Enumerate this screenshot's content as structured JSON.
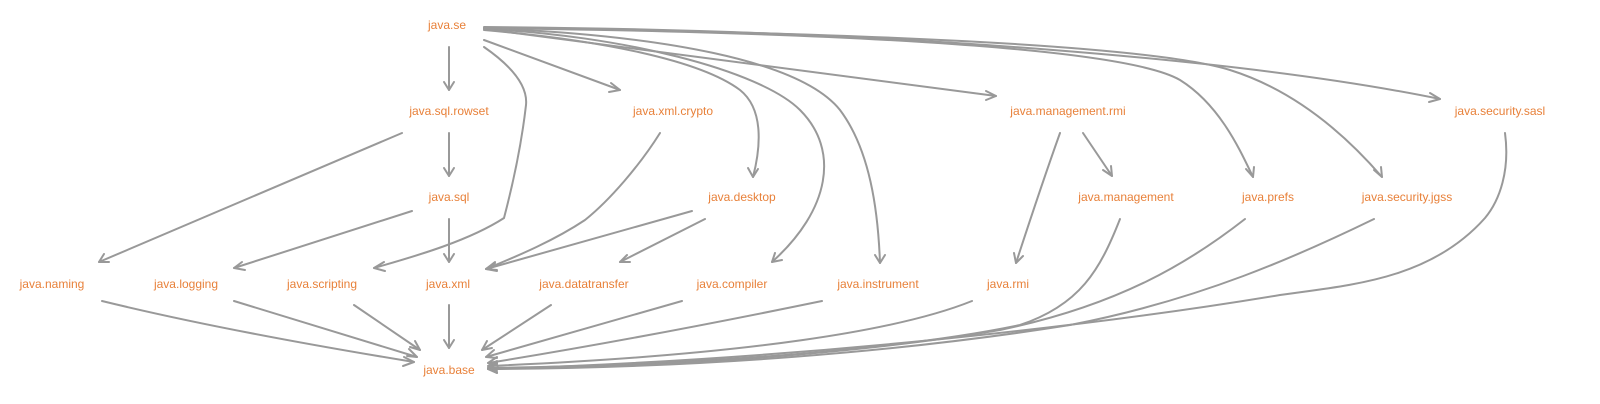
{
  "colors": {
    "node_text": "#e8813a",
    "edge": "#999999",
    "background": "#ffffff"
  },
  "nodes": {
    "java_se": "java.se",
    "java_sql_rowset": "java.sql.rowset",
    "java_xml_crypto": "java.xml.crypto",
    "java_management_rmi": "java.management.rmi",
    "java_security_sasl": "java.security.sasl",
    "java_sql": "java.sql",
    "java_desktop": "java.desktop",
    "java_management": "java.management",
    "java_prefs": "java.prefs",
    "java_security_jgss": "java.security.jgss",
    "java_naming": "java.naming",
    "java_logging": "java.logging",
    "java_scripting": "java.scripting",
    "java_xml": "java.xml",
    "java_datatransfer": "java.datatransfer",
    "java_compiler": "java.compiler",
    "java_instrument": "java.instrument",
    "java_rmi": "java.rmi",
    "java_base": "java.base"
  },
  "edges": [
    {
      "from": "java.se",
      "to": "java.sql.rowset"
    },
    {
      "from": "java.se",
      "to": "java.xml.crypto"
    },
    {
      "from": "java.se",
      "to": "java.desktop"
    },
    {
      "from": "java.se",
      "to": "java.compiler"
    },
    {
      "from": "java.se",
      "to": "java.instrument"
    },
    {
      "from": "java.se",
      "to": "java.management.rmi"
    },
    {
      "from": "java.se",
      "to": "java.prefs"
    },
    {
      "from": "java.se",
      "to": "java.security.jgss"
    },
    {
      "from": "java.se",
      "to": "java.security.sasl"
    },
    {
      "from": "java.se",
      "to": "java.scripting"
    },
    {
      "from": "java.sql.rowset",
      "to": "java.sql"
    },
    {
      "from": "java.sql.rowset",
      "to": "java.naming"
    },
    {
      "from": "java.sql",
      "to": "java.logging"
    },
    {
      "from": "java.sql",
      "to": "java.xml"
    },
    {
      "from": "java.xml.crypto",
      "to": "java.xml"
    },
    {
      "from": "java.desktop",
      "to": "java.xml"
    },
    {
      "from": "java.desktop",
      "to": "java.datatransfer"
    },
    {
      "from": "java.management.rmi",
      "to": "java.management"
    },
    {
      "from": "java.management.rmi",
      "to": "java.rmi"
    },
    {
      "from": "java.naming",
      "to": "java.base"
    },
    {
      "from": "java.logging",
      "to": "java.base"
    },
    {
      "from": "java.scripting",
      "to": "java.base"
    },
    {
      "from": "java.xml",
      "to": "java.base"
    },
    {
      "from": "java.datatransfer",
      "to": "java.base"
    },
    {
      "from": "java.compiler",
      "to": "java.base"
    },
    {
      "from": "java.instrument",
      "to": "java.base"
    },
    {
      "from": "java.rmi",
      "to": "java.base"
    },
    {
      "from": "java.management",
      "to": "java.base"
    },
    {
      "from": "java.prefs",
      "to": "java.base"
    },
    {
      "from": "java.security.jgss",
      "to": "java.base"
    },
    {
      "from": "java.security.sasl",
      "to": "java.base"
    }
  ]
}
